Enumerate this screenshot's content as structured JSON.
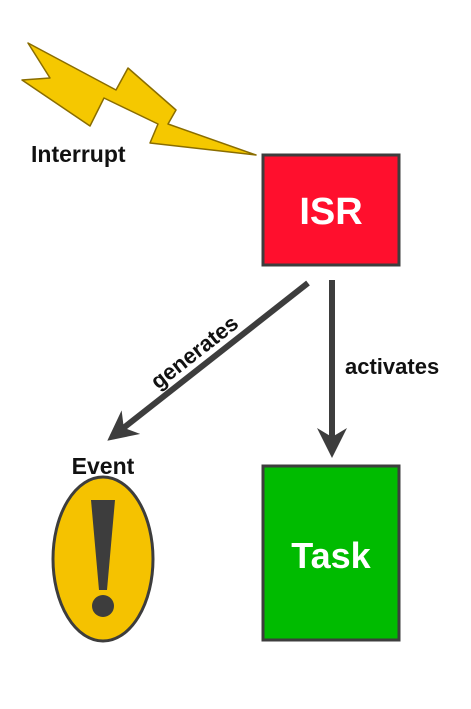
{
  "diagram": {
    "interrupt_label": "Interrupt",
    "isr_label": "ISR",
    "task_label": "Task",
    "event_label": "Event",
    "generates_label": "generates",
    "activates_label": "activates"
  },
  "colors": {
    "isr_fill": "#ff0f2d",
    "task_fill": "#00bb00",
    "lightning_fill": "#f5c800",
    "event_fill": "#f5c200",
    "stroke": "#3d3d3d"
  },
  "icons": {
    "interrupt": "lightning-bolt-icon",
    "event": "exclamation-icon"
  }
}
